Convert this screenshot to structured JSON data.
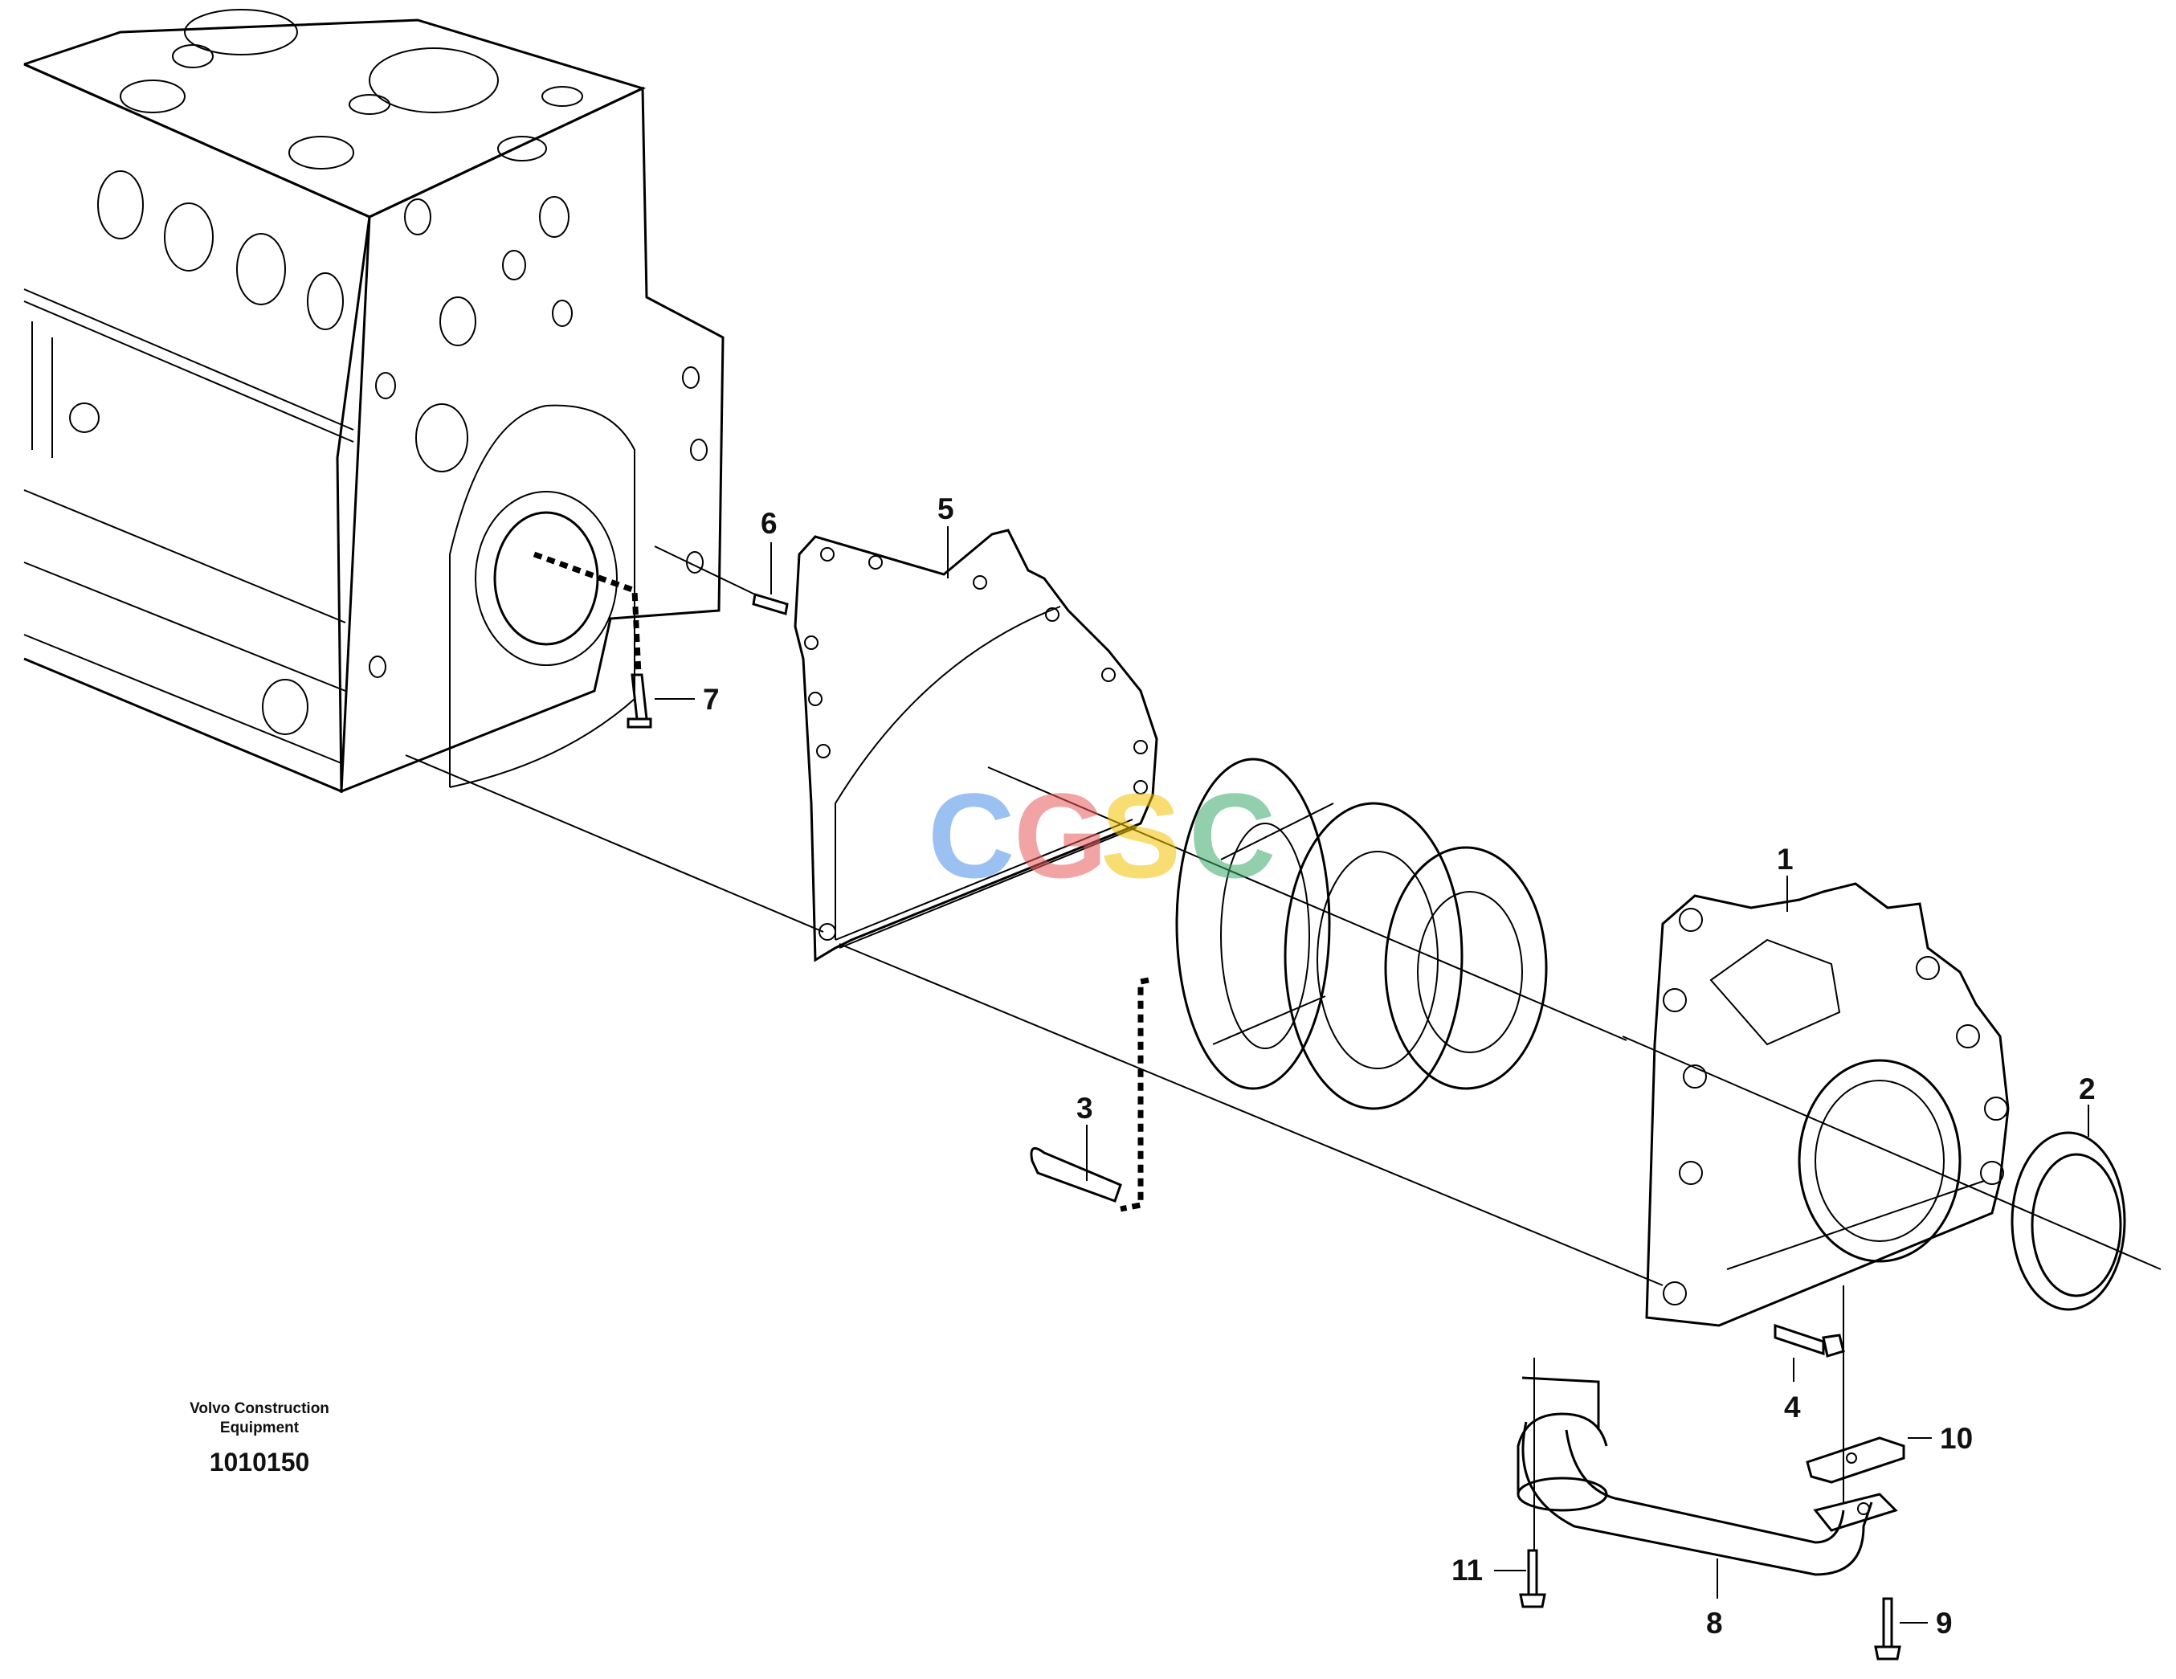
{
  "caption": {
    "line1": "Volvo Construction",
    "line2": "Equipment",
    "part_number": "1010150"
  },
  "watermark": {
    "letters": [
      "C",
      "G",
      "S",
      "C"
    ],
    "colors": [
      "#4a8fe8",
      "#e85a5a",
      "#f2c200",
      "#3aa86b"
    ]
  },
  "callouts": [
    {
      "id": "1",
      "label": "1"
    },
    {
      "id": "2",
      "label": "2"
    },
    {
      "id": "3",
      "label": "3"
    },
    {
      "id": "4",
      "label": "4"
    },
    {
      "id": "5",
      "label": "5"
    },
    {
      "id": "6",
      "label": "6"
    },
    {
      "id": "7",
      "label": "7"
    },
    {
      "id": "8",
      "label": "8"
    },
    {
      "id": "9",
      "label": "9"
    },
    {
      "id": "10",
      "label": "10"
    },
    {
      "id": "11",
      "label": "11"
    }
  ]
}
